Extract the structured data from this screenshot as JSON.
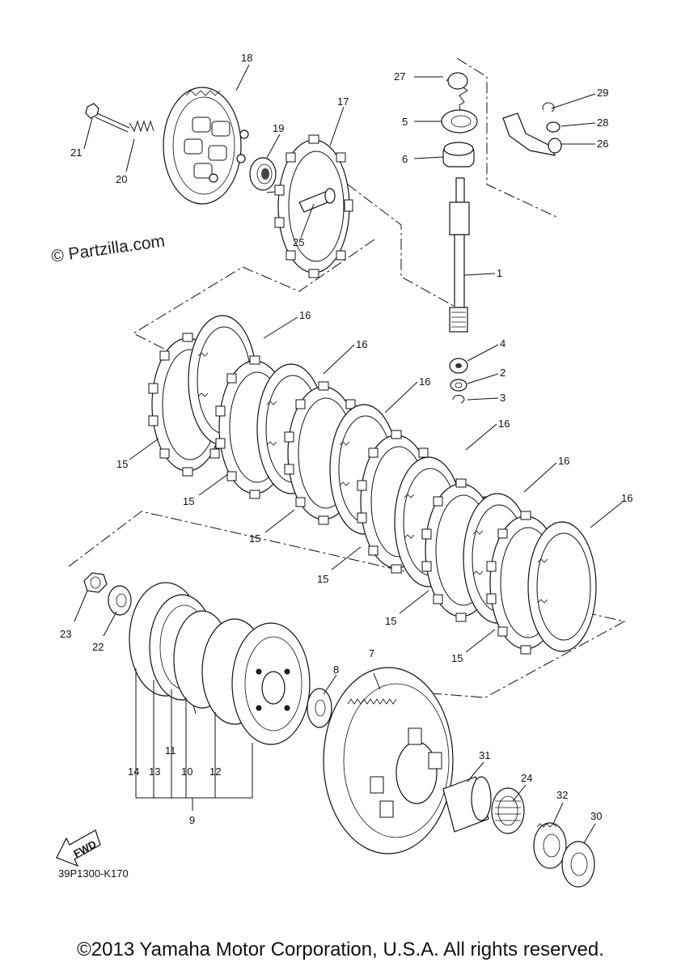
{
  "watermark": "© Partzilla.com",
  "diagram_code": "39P1300-K170",
  "fwd_label": "FWD",
  "copyright": "©2013 Yamaha Motor Corporation, U.S.A. All rights reserved.",
  "callouts": [
    "18",
    "17",
    "19",
    "21",
    "20",
    "25",
    "27",
    "5",
    "6",
    "29",
    "28",
    "26",
    "1",
    "16",
    "4",
    "2",
    "3",
    "15",
    "23",
    "22",
    "7",
    "8",
    "14",
    "13",
    "11",
    "10",
    "12",
    "9",
    "31",
    "24",
    "32",
    "30"
  ]
}
